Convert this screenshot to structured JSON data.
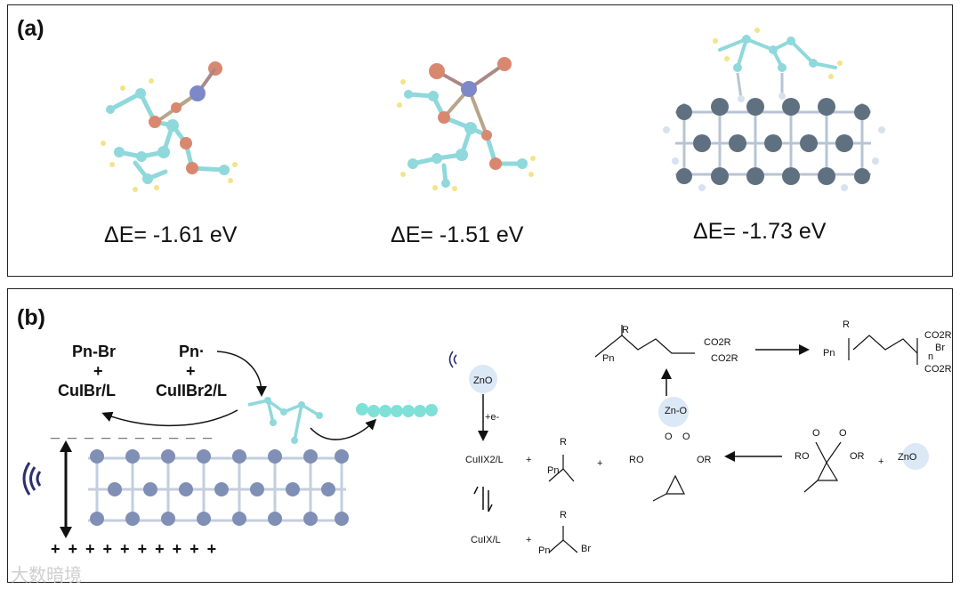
{
  "panel_a": {
    "label": "(a)",
    "energies": [
      "ΔE= -1.61 eV",
      "ΔE= -1.51 eV",
      "ΔE= -1.73 eV"
    ]
  },
  "panel_b": {
    "label": "(b)",
    "left_scheme": {
      "pn_br": "Pn-Br",
      "plus": "+",
      "cu1_br": "CuIBr/L",
      "pn_radical": "Pn·",
      "cu2_br2": "CuIIBr2/L",
      "surface_minus": "_  _  _  _  _  _  _  _  _  _",
      "surface_plus": "+  +  +  +  +  +  +  +  +  +"
    },
    "right_scheme": {
      "zno": "ZnO",
      "electron": "+e-",
      "cu2x2": "CuIIX2/L",
      "cu1x": "CuIX/L",
      "plus": "+",
      "pn": "Pn",
      "r": "R",
      "br": "Br",
      "ro": "RO",
      "or": "OR",
      "o": "O",
      "zn_o": "Zn-O",
      "co2r": "CO2R",
      "n": "n"
    }
  },
  "watermark": "大数暗境",
  "colors": {
    "carbon": "#8fd8db",
    "oxygen": "#d98870",
    "nitrogen": "#7d88c9",
    "surface": "#5f7180",
    "hydrogen": "#f3e38a",
    "zno_badge": "#dbe8f6"
  }
}
